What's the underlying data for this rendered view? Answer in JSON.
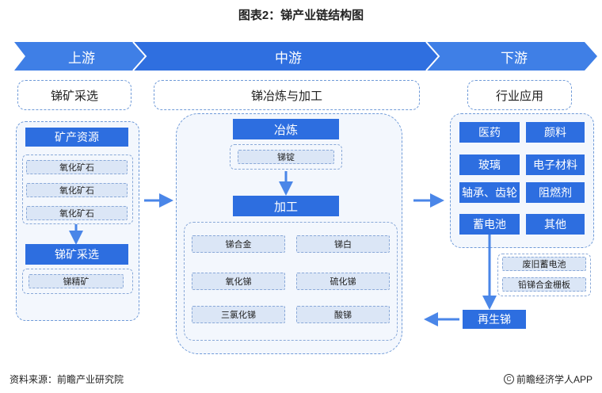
{
  "title": "图表2：锑产业链结构图",
  "stages": {
    "upstream": "上游",
    "midstream": "中游",
    "downstream": "下游"
  },
  "upstream": {
    "category": "锑矿采选",
    "resources_header": "矿产资源",
    "resources": [
      "氧化矿石",
      "氧化矿石",
      "氧化矿石"
    ],
    "mining_header": "锑矿采选",
    "mining_items": [
      "锑精矿"
    ]
  },
  "midstream": {
    "category": "锑冶炼与加工",
    "smelting_header": "冶炼",
    "smelting_items": [
      "锑锭"
    ],
    "processing_header": "加工",
    "processing_items": [
      "锑合金",
      "锑白",
      "氧化锑",
      "硫化锑",
      "三氯化锑",
      "酸锑"
    ]
  },
  "downstream": {
    "category": "行业应用",
    "applications": [
      "医药",
      "颜料",
      "玻璃",
      "电子材料",
      "轴承、齿轮",
      "阻燃剂",
      "蓄电池",
      "其他"
    ],
    "recycle_sources": [
      "废旧蓄电池",
      "铅锑合金栅板"
    ],
    "recycled": "再生锑"
  },
  "footer": {
    "source": "资料来源：前瞻产业研究院",
    "brand": "前瞻经济学人APP",
    "brand_mark": "C"
  },
  "colors": {
    "primary_blue": "#2d6ee0",
    "arrow_blue": "#4a86e8",
    "chip_fill": "#dbe6f6",
    "dash_border": "#6f9ad8"
  }
}
